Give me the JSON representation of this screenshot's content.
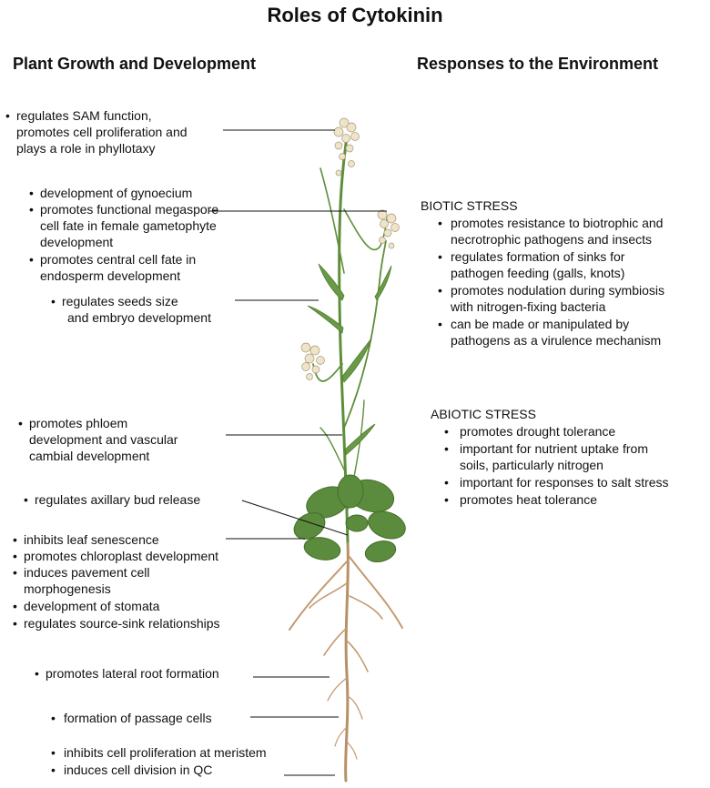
{
  "title": "Roles of Cytokinin",
  "left_heading": "Plant Growth and Development",
  "right_heading": "Responses to the Environment",
  "growth": {
    "sam": [
      "regulates SAM function,",
      "promotes cell proliferation and",
      "plays a role in phyllotaxy"
    ],
    "gyn": "development of gynoecium",
    "mega": [
      "promotes functional megaspore",
      "cell fate in female gametophyte",
      "development"
    ],
    "central": [
      "promotes central cell fate in",
      "endosperm development"
    ],
    "seeds": [
      "regulates seeds size",
      "and embryo development"
    ],
    "phloem": [
      "promotes phloem",
      "development and vascular",
      "cambial development"
    ],
    "axillary": "regulates axillary bud release",
    "senescence": "inhibits leaf senescence",
    "chloroplast": "promotes chloroplast development",
    "pavement": [
      "induces pavement cell",
      "morphogenesis"
    ],
    "stomata": "development of stomata",
    "source": "regulates source-sink relationships",
    "lateral": "promotes lateral root formation",
    "passage": "formation of passage cells",
    "meristem": "inhibits cell proliferation at meristem",
    "qc": "induces cell division in QC"
  },
  "biotic": {
    "heading": "BIOTIC STRESS",
    "items": [
      [
        "promotes resistance to biotrophic and",
        "necrotrophic pathogens and insects"
      ],
      [
        "regulates formation of sinks for",
        "pathogen feeding (galls, knots)"
      ],
      [
        "promotes nodulation during symbiosis",
        "with nitrogen-fixing bacteria"
      ],
      [
        "can be made or manipulated by",
        "pathogens as a virulence mechanism"
      ]
    ]
  },
  "abiotic": {
    "heading": "ABIOTIC STRESS",
    "items": [
      [
        "promotes drought tolerance"
      ],
      [
        "important for nutrient uptake from",
        "soils, particularly nitrogen"
      ],
      [
        "important for responses to salt stress"
      ],
      [
        "promotes heat tolerance"
      ]
    ]
  },
  "colors": {
    "stem": "#5e8e3a",
    "leaf": "#5b8b3d",
    "root": "#b89068",
    "flower": "#efe3c8",
    "leader": "#111111"
  }
}
